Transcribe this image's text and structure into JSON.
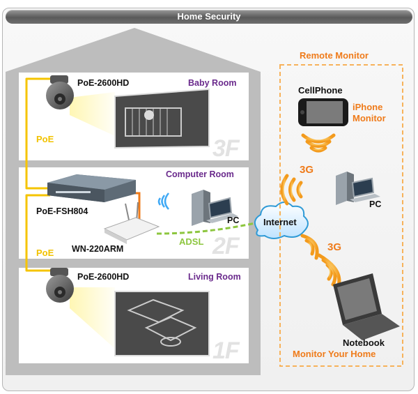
{
  "header": {
    "title": "Home Security"
  },
  "floors": [
    {
      "camera_label": "PoE-2600HD",
      "room_label": "Baby Room",
      "floor_number": "3F",
      "poe_label": "PoE"
    },
    {
      "switch_label": "PoE-FSH804",
      "router_label": "WN-220ARM",
      "room_label": "Computer Room",
      "pc_label": "PC",
      "floor_number": "2F",
      "poe_label": "PoE",
      "adsl_label": "ADSL"
    },
    {
      "camera_label": "PoE-2600HD",
      "room_label": "Living Room",
      "floor_number": "1F"
    }
  ],
  "internet_label": "Internet",
  "remote": {
    "title": "Remote Monitor",
    "cellphone_label": "CellPhone",
    "iphone_line1": "iPhone",
    "iphone_line2": "Monitor",
    "g3_top": "3G",
    "pc_label": "PC",
    "g3_bottom": "3G",
    "notebook_label": "Notebook",
    "notebook_caption": "Monitor Your Home"
  },
  "colors": {
    "poe_line": "#f5c400",
    "adsl_line": "#8dc63f",
    "accent": "#ef7b1a",
    "room_text": "#6a2a8c"
  }
}
